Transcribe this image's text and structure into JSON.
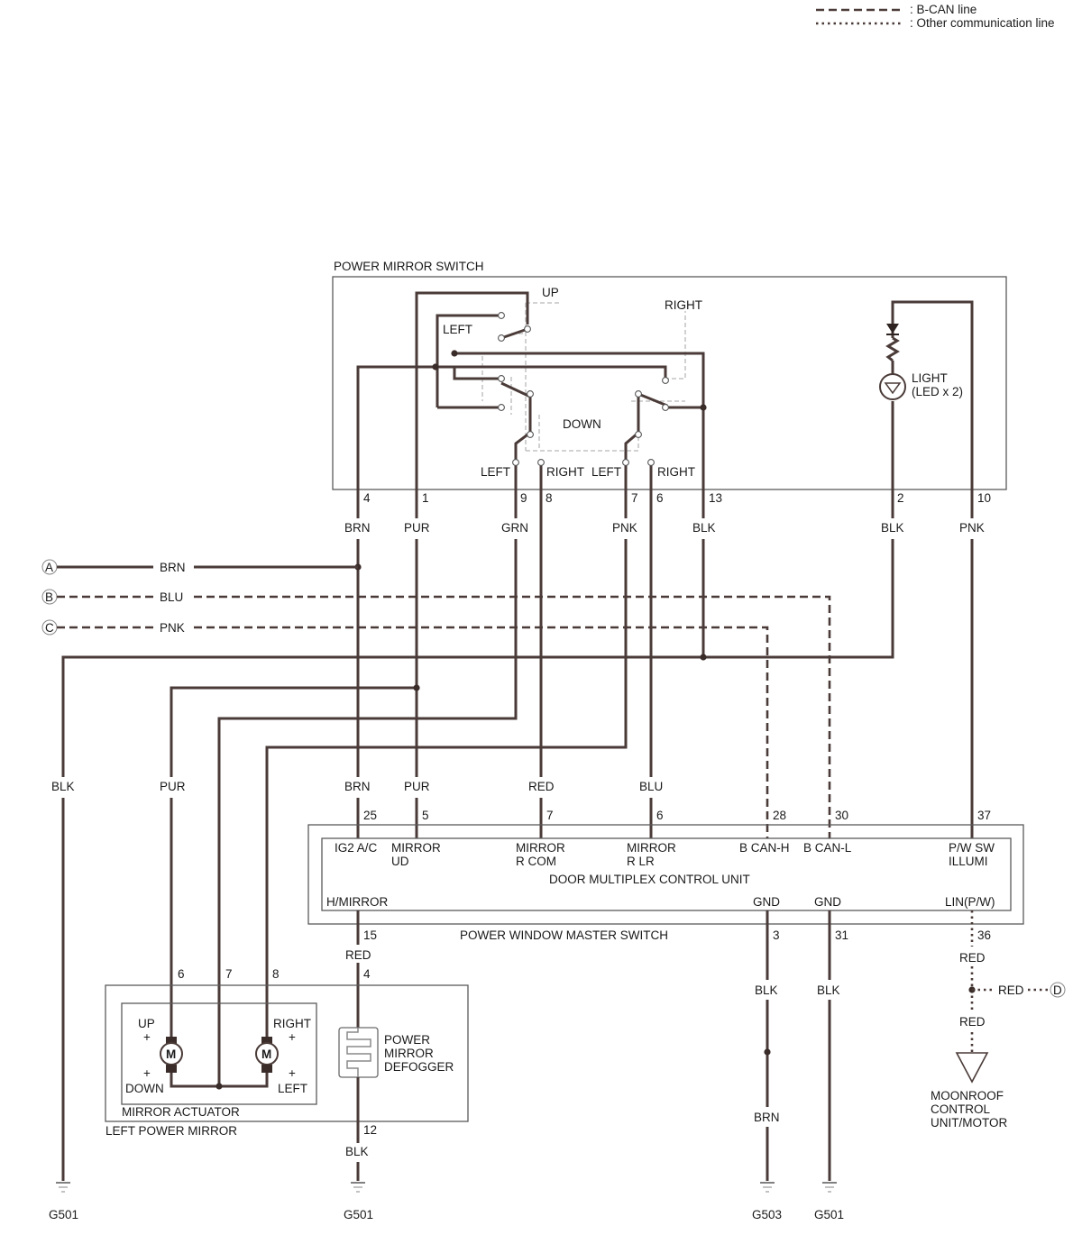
{
  "legend": {
    "bcan": ": B-CAN line",
    "other": ": Other communication line"
  },
  "switch": {
    "title": "POWER MIRROR SWITCH",
    "up": "UP",
    "down": "DOWN",
    "left": "LEFT",
    "right": "RIGHT",
    "light": "LIGHT",
    "led": "(LED x 2)",
    "pins": [
      "4",
      "1",
      "9",
      "8",
      "7",
      "6",
      "13",
      "2",
      "10"
    ],
    "bottom_labels": [
      "LEFT",
      "RIGHT",
      "LEFT",
      "RIGHT"
    ]
  },
  "colors": {
    "upper": [
      "BRN",
      "PUR",
      "GRN",
      "PNK",
      "BLK",
      "BLK",
      "PNK"
    ],
    "mid": [
      "BLK",
      "PUR",
      "BRN",
      "PUR",
      "RED",
      "BLU"
    ],
    "h_mirror": "RED",
    "blk1": "BLK",
    "blk2": "BLK",
    "brn_g503": "BRN",
    "defogger_gnd": "BLK",
    "red_a": "RED",
    "red_b": "RED",
    "red_c": "RED"
  },
  "connectors": [
    {
      "id": "A",
      "color": "BRN"
    },
    {
      "id": "B",
      "color": "BLU"
    },
    {
      "id": "C",
      "color": "PNK"
    },
    {
      "id": "D"
    }
  ],
  "master": {
    "title": "POWER WINDOW MASTER SWITCH",
    "dmcu": "DOOR MULTIPLEX CONTROL UNIT",
    "pins_top": [
      "25",
      "5",
      "7",
      "6",
      "28",
      "30",
      "37"
    ],
    "pins_bottom": [
      "15",
      "3",
      "31",
      "36"
    ],
    "labels": {
      "ig2": "IG2 A/C",
      "mirror_ud_1": "MIRROR",
      "mirror_ud_2": "UD",
      "mirror_rcom_1": "MIRROR",
      "mirror_rcom_2": "R COM",
      "mirror_rlr_1": "MIRROR",
      "mirror_rlr_2": "R LR",
      "bcanh": "B CAN-H",
      "bcanl": "B CAN-L",
      "pw_1": "P/W SW",
      "pw_2": "ILLUMI",
      "hmirror": "H/MIRROR",
      "gnd1": "GND",
      "gnd2": "GND",
      "lin": "LIN(P/W)"
    }
  },
  "mirror": {
    "title": "LEFT POWER MIRROR",
    "actuator": "MIRROR ACTUATOR",
    "up": "UP",
    "down": "DOWN",
    "right": "RIGHT",
    "left": "LEFT",
    "plus": "+",
    "m": "M",
    "defogger": [
      "POWER",
      "MIRROR",
      "DEFOGGER"
    ],
    "pins": [
      "6",
      "7",
      "8",
      "4",
      "12"
    ]
  },
  "moonroof": [
    "MOONROOF",
    "CONTROL",
    "UNIT/MOTOR"
  ],
  "grounds": [
    "G501",
    "G501",
    "G503",
    "G501"
  ]
}
